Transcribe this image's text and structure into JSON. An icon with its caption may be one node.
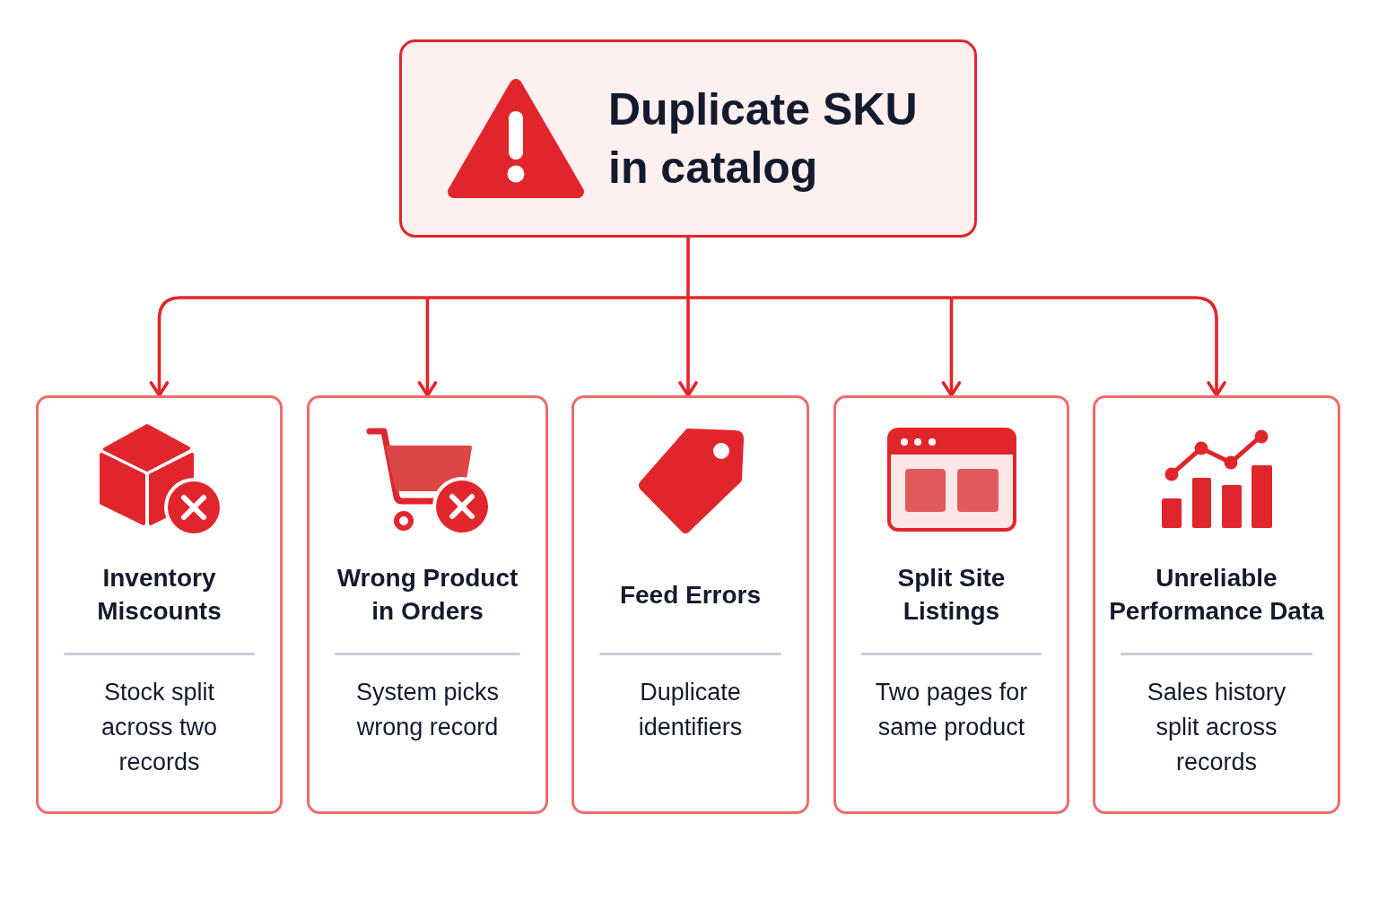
{
  "diagram": {
    "nodes": [
      {
        "text": [
          "Duplicate SKU in catalog"
        ]
      },
      {
        "text": [
          "Inventory Miscounts",
          "Stock split across two records"
        ]
      },
      {
        "text": [
          "Wrong Product in Orders",
          "System picks wrong record"
        ]
      },
      {
        "text": [
          "Feed Errors",
          "Duplicate identifiers"
        ]
      },
      {
        "text": [
          "Split Site Listings",
          "Two pages for same product"
        ]
      },
      {
        "text": [
          "Unreliable Performance Data",
          "Sales history split across records"
        ]
      }
    ],
    "edges": [
      {
        "from": 0,
        "to": 1,
        "arrow": "to"
      },
      {
        "from": 0,
        "to": 2,
        "arrow": "to"
      },
      {
        "from": 0,
        "to": 3,
        "arrow": "to"
      },
      {
        "from": 0,
        "to": 4,
        "arrow": "to"
      },
      {
        "from": 0,
        "to": 5,
        "arrow": "to"
      }
    ]
  }
}
